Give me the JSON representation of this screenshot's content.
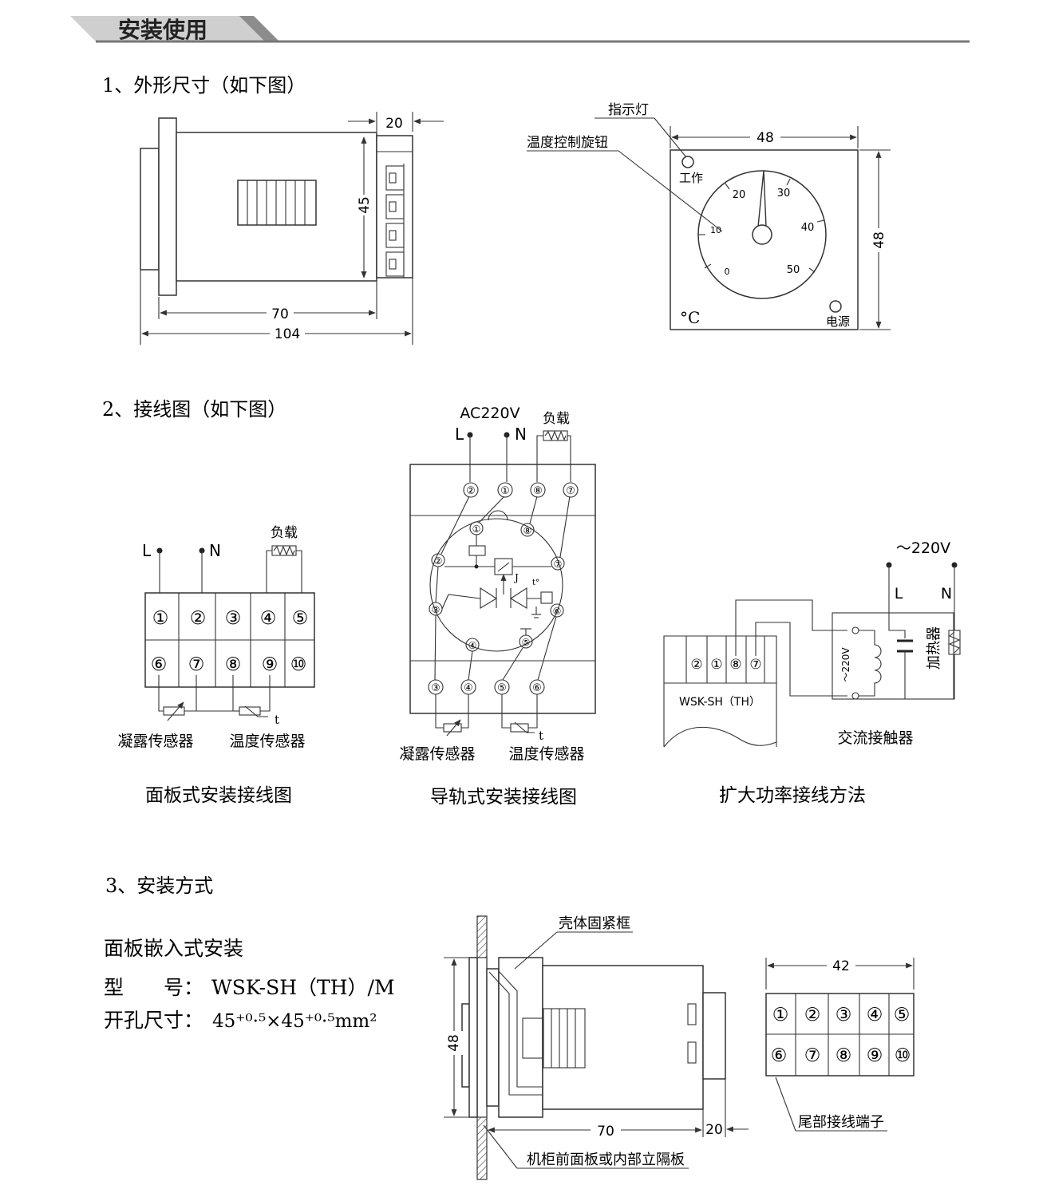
{
  "header": {
    "title": "安装使用"
  },
  "section1": {
    "title": "1、外形尺寸（如下图）",
    "side_view": {
      "dim_20": "20",
      "dim_45": "45",
      "dim_70": "70",
      "dim_104": "104"
    },
    "front_view": {
      "indicator_label": "指示灯",
      "knob_label": "温度控制旋钮",
      "dim_48_top": "48",
      "dim_48_right": "48",
      "work_label": "工作",
      "power_label": "电源",
      "unit": "°C",
      "scale": [
        "0",
        "10",
        "20",
        "30",
        "40",
        "50"
      ]
    }
  },
  "section2": {
    "title": "2、接线图（如下图）",
    "panel": {
      "L": "L",
      "N": "N",
      "load": "负载",
      "terminals_top": [
        "①",
        "②",
        "③",
        "④",
        "⑤"
      ],
      "terminals_bottom": [
        "⑥",
        "⑦",
        "⑧",
        "⑨",
        "⑩"
      ],
      "dew_sensor": "凝露传感器",
      "temp_sensor": "温度传感器",
      "t_label": "t",
      "caption": "面板式安装接线图"
    },
    "rail": {
      "ac": "AC220V",
      "L": "L",
      "N": "N",
      "load": "负载",
      "top_terminals": [
        "②",
        "①",
        "⑧",
        "⑦"
      ],
      "inner_top": [
        "①",
        "⑧"
      ],
      "inner_mid": [
        "②",
        "⑦"
      ],
      "inner_low": [
        "③",
        "⑥"
      ],
      "inner_bottom": [
        "④",
        "⑤"
      ],
      "bottom_terminals": [
        "③",
        "④",
        "⑤",
        "⑥"
      ],
      "relay_label": "J",
      "temp_label": "t°",
      "dew_sensor": "凝露传感器",
      "temp_sensor": "温度传感器",
      "t_label": "t",
      "caption": "导轨式安装接线图"
    },
    "expand": {
      "supply": "～220V",
      "L": "L",
      "N": "N",
      "heater": "加热器",
      "coil_voltage": "～220V",
      "terminals": [
        "②",
        "①",
        "⑧",
        "⑦"
      ],
      "model": "WSK-SH（TH）",
      "contactor": "交流接触器",
      "caption": "扩大功率接线方法"
    }
  },
  "section3": {
    "title": "3、安装方式",
    "mount_type": "面板嵌入式安装",
    "model_label": "型　　号：",
    "model_value": "WSK-SH（TH）/M",
    "cutout_label": "开孔尺寸：",
    "cutout_value": "45⁺⁰·⁵×45⁺⁰·⁵mm²",
    "frame_label": "壳体固紧框",
    "panel_label": "机柜前面板或内部立隔板",
    "dim_48": "48",
    "dim_70": "70",
    "dim_20": "20",
    "dim_42": "42",
    "terminals_top": [
      "①",
      "②",
      "③",
      "④",
      "⑤"
    ],
    "terminals_bottom": [
      "⑥",
      "⑦",
      "⑧",
      "⑨",
      "⑩"
    ],
    "tail_label": "尾部接线端子"
  }
}
